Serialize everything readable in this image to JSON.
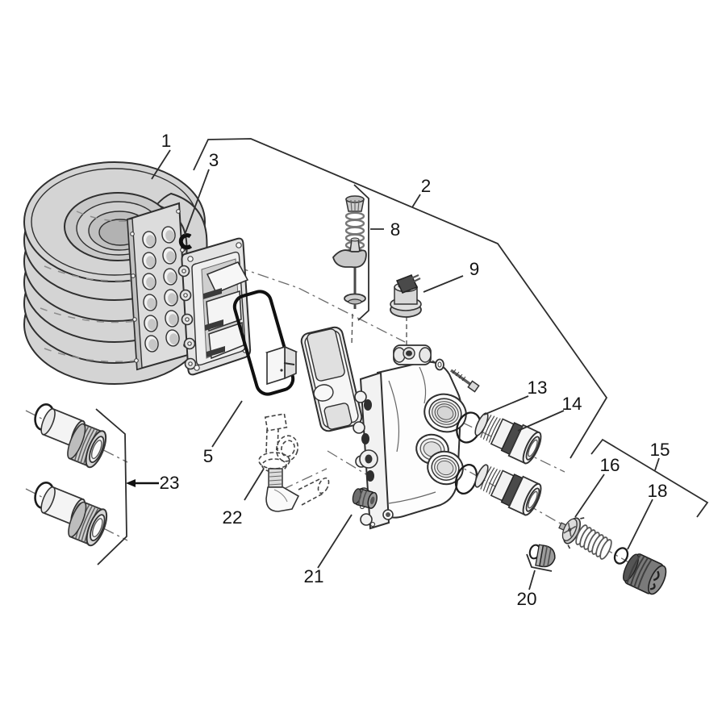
{
  "diagram": {
    "kind": "exploded-parts-diagram",
    "background": "#ffffff",
    "line_color": "#2d2d2d",
    "label_color": "#141414",
    "fill_light": "#d4d4d4",
    "fill_mid": "#9c9c9c",
    "fill_dark": "#5a5a5a",
    "gasket_color": "#101010",
    "callouts": {
      "c1": {
        "label": "1"
      },
      "c2": {
        "label": "2"
      },
      "c3": {
        "label": "3"
      },
      "c5": {
        "label": "5"
      },
      "c8": {
        "label": "8"
      },
      "c9": {
        "label": "9"
      },
      "c13": {
        "label": "13"
      },
      "c14": {
        "label": "14"
      },
      "c15": {
        "label": "15"
      },
      "c16": {
        "label": "16"
      },
      "c18": {
        "label": "18"
      },
      "c20": {
        "label": "20"
      },
      "c21": {
        "label": "21"
      },
      "c22": {
        "label": "22"
      },
      "c23": {
        "label": "23"
      }
    }
  }
}
